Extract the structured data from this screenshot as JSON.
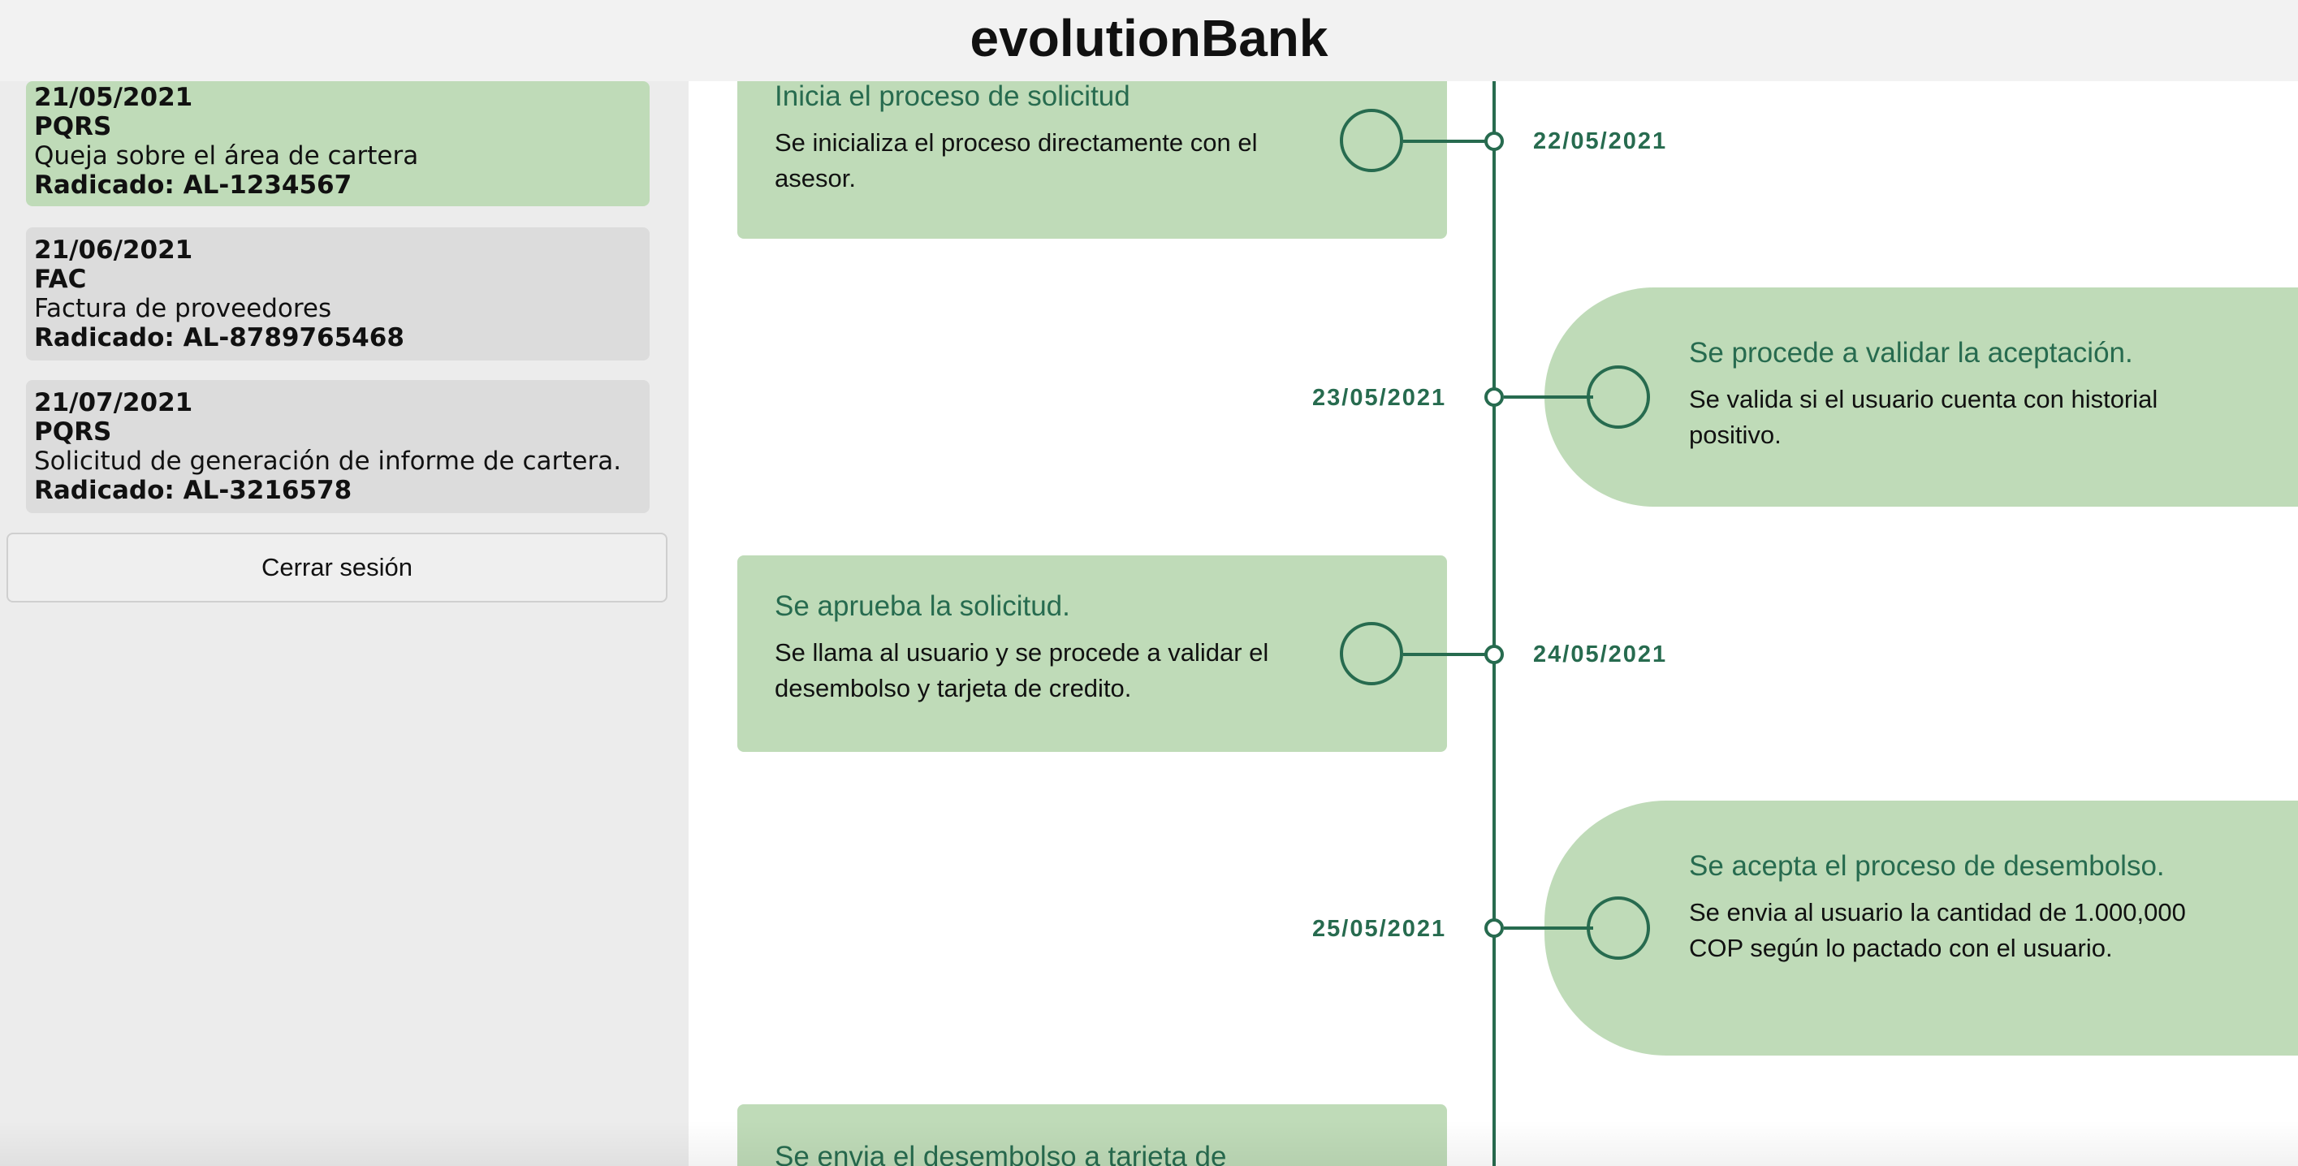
{
  "app": {
    "title": "evolutionBank"
  },
  "sidebar": {
    "items": [
      {
        "date": "21/05/2021",
        "type": "PQRS",
        "description": "Queja sobre el área de cartera",
        "radicado": "Radicado: AL-1234567",
        "state": "active"
      },
      {
        "date": "21/06/2021",
        "type": "FAC",
        "description": "Factura de proveedores",
        "radicado": "Radicado: AL-8789765468",
        "state": "idle"
      },
      {
        "date": "21/07/2021",
        "type": "PQRS",
        "description": "Solicitud de generación de informe de cartera.",
        "radicado": "Radicado: AL-3216578",
        "state": "idle"
      }
    ],
    "logout_label": "Cerrar sesión"
  },
  "timeline": {
    "events": [
      {
        "title": "Inicia el proceso de solicitud",
        "text": "Se inicializa el proceso directamente con el asesor.",
        "date": "22/05/2021",
        "side": "left"
      },
      {
        "title": "Se procede a validar la aceptación.",
        "text": "Se valida si el usuario cuenta con historial positivo.",
        "date": "23/05/2021",
        "side": "right"
      },
      {
        "title": "Se aprueba la solicitud.",
        "text": "Se llama al usuario y se procede a validar el desembolso y tarjeta de credito.",
        "date": "24/05/2021",
        "side": "left"
      },
      {
        "title": "Se acepta el proceso de desembolso.",
        "text": "Se envia al usuario la cantidad de 1.000,000 COP según lo pactado con el usuario.",
        "date": "25/05/2021",
        "side": "right"
      },
      {
        "title": "Se envia el desembolso a tarjeta de",
        "side": "left"
      }
    ]
  },
  "colors": {
    "accent": "#276b4f",
    "card_green": "#bfdbb8",
    "card_grey": "#dcdcdc",
    "sidebar_bg": "#ececec",
    "header_bg": "#f2f2f2"
  }
}
